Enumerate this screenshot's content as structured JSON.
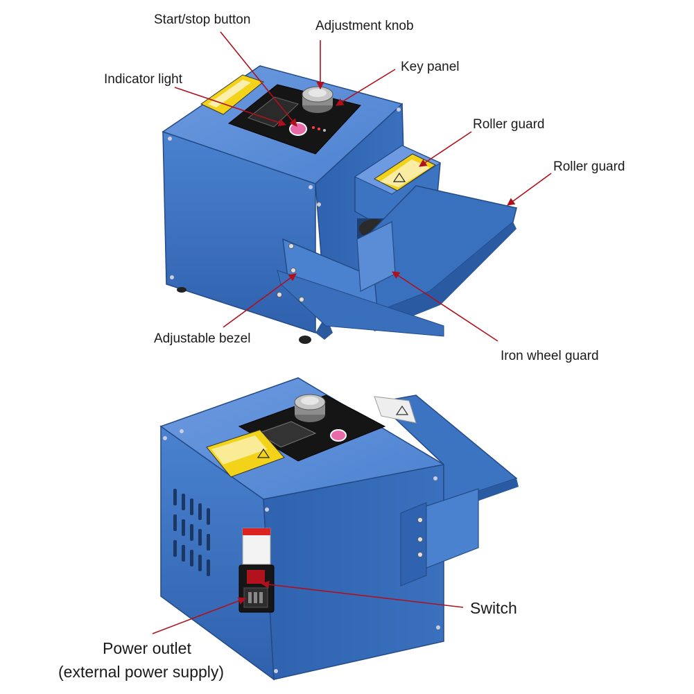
{
  "labels": {
    "start_stop": "Start/stop button",
    "adjustment_knob": "Adjustment knob",
    "key_panel": "Key panel",
    "indicator_light": "Indicator light",
    "roller_guard_1": "Roller guard",
    "roller_guard_2": "Roller guard",
    "adjustable_bezel": "Adjustable bezel",
    "iron_wheel_guard": "Iron wheel guard",
    "switch": "Switch",
    "power_outlet_line1": "Power outlet",
    "power_outlet_line2": "(external power supply)"
  },
  "colors": {
    "body_blue": "#3f77c4",
    "body_blue_dark": "#2c5aa0",
    "body_blue_light": "#6d9ae0",
    "panel_black": "#151515",
    "arrow_red": "#b0101c",
    "warning_yellow": "#f3d21a",
    "button_pink": "#e86aa8"
  }
}
